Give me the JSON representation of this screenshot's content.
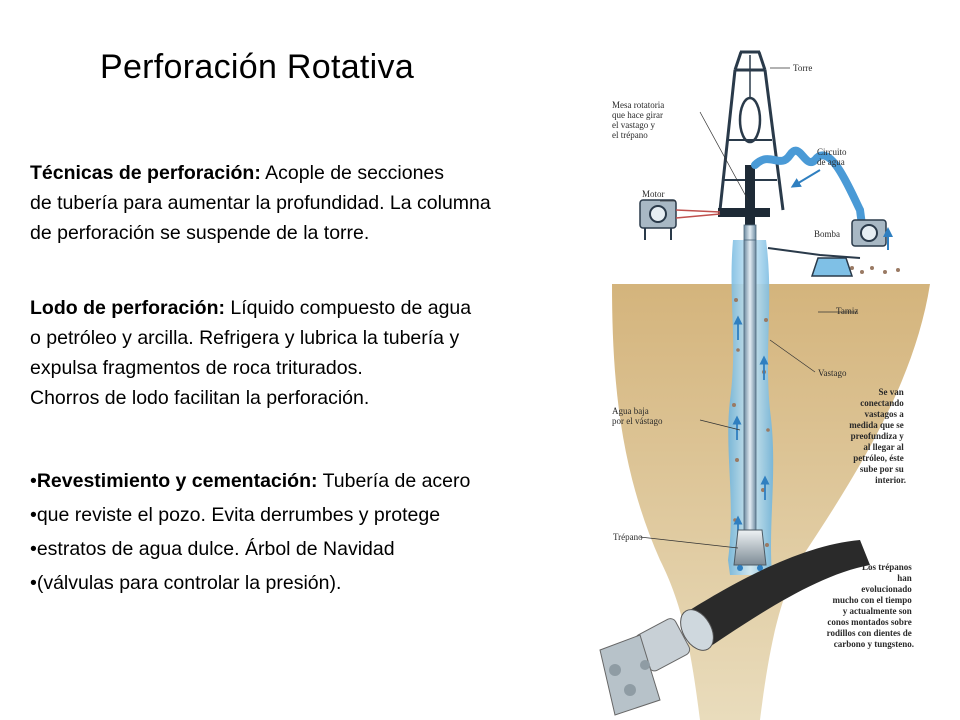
{
  "title": "Perforación Rotativa",
  "sections": [
    {
      "heading": "Técnicas de perforación:",
      "lines": [
        " Acople de secciones",
        "de tubería para aumentar la profundidad. La columna",
        "de perforación se suspende de la torre."
      ]
    },
    {
      "heading": "Lodo de perforación:",
      "lines": [
        " Líquido compuesto de agua",
        "o petróleo y arcilla. Refrigera y lubrica la tubería y",
        "expulsa fragmentos de roca triturados.",
        "Chorros de lodo facilitan la perforación."
      ]
    },
    {
      "bullet": "•",
      "heading": "Revestimiento y cementación:",
      "lines": [
        " Tubería de acero",
        "que reviste el pozo. Evita derrumbes y protege",
        "estratos de agua dulce. Árbol de Navidad",
        "(válvulas para controlar la presión)."
      ]
    }
  ],
  "diagram": {
    "labels": {
      "torre": "Torre",
      "mesa": [
        "Mesa rotatoria",
        "que hace girar",
        "el vastago y",
        "el trépano"
      ],
      "circuito": [
        "Circuito",
        "de agua"
      ],
      "motor": "Motor",
      "bomba": "Bomba",
      "tamiz": "Tamiz",
      "vastago": "Vastago",
      "agua_baja": [
        "Agua baja",
        "por el vástago"
      ],
      "conectando": [
        "Se van",
        "conectando",
        "vastagos a",
        "medida que se",
        "preofundiza y",
        "al llegar al",
        "petróleo, éste",
        "sube por su",
        "interior."
      ],
      "trepano": "Trépano",
      "trepanos_nota": [
        "Los trépanos",
        "han",
        "evolucionado",
        "mucho con el tiempo",
        "y actualmente son",
        "conos montados sobre",
        "rodillos con dientes de",
        "carbono y tungsteno."
      ]
    },
    "colors": {
      "soil": "#d8c08c",
      "water": "#8ec9e8",
      "pipe": "#9fb7c9",
      "frame": "#2a3a4a",
      "arrow": "#2f7fc0",
      "rock": "#9a7a64"
    }
  }
}
